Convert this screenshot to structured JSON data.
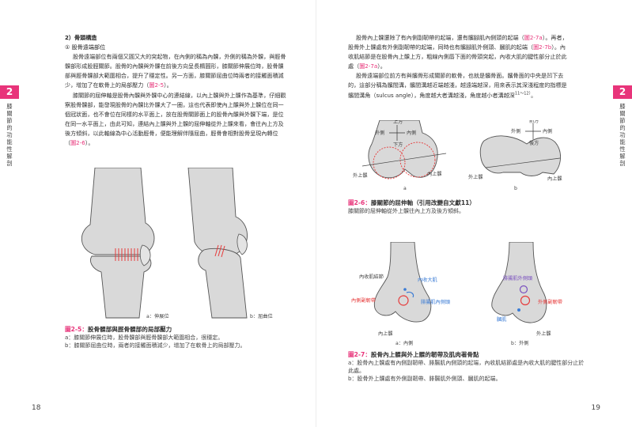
{
  "chapter": {
    "number": "2",
    "title": "膝關節的功能性解剖"
  },
  "left_page": {
    "page_number": "18",
    "heading": "2）骨頭構造",
    "subheading": "① 股骨遠端部位",
    "para1_a": "股骨遠端部位有兩個又圓又大的突起物，在內側的稱為內髁，外側的稱為外髁，與脛骨髁部形成股脛關節。股骨的內髁與外髁在前後方向呈長橢圓形，膝關節伸展位時，股骨髁部與脛骨髁部大範圍相合，提升了穩定性。另一方面，膝關節屈曲位時兩者的接觸面積減少，增加了在軟骨上的局部壓力（",
    "para1_ref": "圖2-5",
    "para1_b": "）。",
    "para2_a": "膝關節的屈伸軸是股骨內髁與外髁中心的連結線，以內上髁與外上髁作為基準，仔細觀察股骨髁部，能發現股骨的內髁比外髁大了一圈，這也代表即使內上髁與外上髁位在同一個冠狀面，也不會位在同樣的水平面上，放在股骨關節面上的股骨內髁與外髁下端，是位在同一水平面上，由此可知，連結內上髁與外上髁的屈伸軸從外上髁來看，會往內上方及後方傾斜，以此軸線為中心活動脛骨，便能理解伴隨屈曲，脛骨會相對股骨呈現內轉位（",
    "para2_ref": "圖2-6",
    "para2_b": "）。",
    "figure_5": {
      "label_a": "a：伸展位",
      "label_b": "b：屈曲位",
      "number": "圖2-5：",
      "title": "股骨髁部與脛骨髁部的局部壓力",
      "desc_a": "a：膝關節伸展位時，股骨髁部與脛骨髁部大範圍相合，很穩定。",
      "desc_b": "b：膝關節屈曲位時，兩者的接觸面積減少，增加了在軟骨上的局部壓力。"
    }
  },
  "right_page": {
    "page_number": "19",
    "para1_a": "股骨內上髁還除了有內側副韌帶的起端，還有髕腳肌內側頭的起端（",
    "para1_ref1": "圖2-7a",
    "para1_b": "）。再者，股骨外上髁處有外側副韌帶的起端，同時也有髕腳肌外側頭、膕肌的起端（",
    "para1_ref2": "圖2-7b",
    "para1_c": "）。內收肌結節是在股骨內上髁上方，粗線內側唇下面的骨頭突起，內收大肌的腱性部分止於此處（",
    "para1_ref3": "圖2-7a",
    "para1_d": "）。",
    "para2_a": "股骨遠端部位前方有與髕骨形成關節的軟骨，也就是髕骨面。髕骨面的中央是凹下去的，這部分稱為髕間溝，髕間溝越近端越淺，越遠端越深，用來表示其深淺程度的指標是髕間溝角（sulcus angle），角度越大者溝越淺，角度越小者溝越深",
    "para2_sup": "11～12）",
    "para2_b": "。",
    "figure_6": {
      "dir_up_a": "上方",
      "dir_down_a": "下方",
      "dir_lat_a": "外側",
      "dir_med_a": "內側",
      "lat_ep_a": "外上髁",
      "med_ep_a": "內上髁",
      "sub_a": "a",
      "dir_front_b": "前方",
      "dir_back_b": "後方",
      "dir_lat_b": "外側",
      "dir_med_b": "內側",
      "lat_ep_b": "外上髁",
      "med_ep_b": "內上髁",
      "sub_b": "b",
      "number": "圖2-6：",
      "title": "膝關節的屈伸軸（引用改變自文獻11）",
      "desc": "膝關節的屈伸軸從外上髁往內上方及後方傾斜。"
    },
    "figure_7": {
      "add_tubercle": "內收肌結節",
      "add_magnus": "內收大肌",
      "mcl": "內側副韌帶",
      "gastroc_med": "腓腸肌內側頭",
      "med_ep": "內上髁",
      "view_a": "a：內側",
      "gastroc_lat": "腓腸肌外側頭",
      "lcl": "外側副韌帶",
      "popliteus": "膕肌",
      "lat_ep": "外上髁",
      "view_b": "b：外側",
      "number": "圖2-7：",
      "title": "股骨內上髁與外上髁的韌帶及肌肉著骨點",
      "desc_a": "a：股骨內上髁處有內側副韌帶、腓腸肌內側頭的起端，內收肌結節處是內收大肌的腱性部分止於此處。",
      "desc_b": "b：股骨外上髁處有外側副韌帶、腓腸肌外側頭、膕肌的起端。"
    }
  },
  "colors": {
    "accent": "#e8347a",
    "bone": "#d9d9d9",
    "red": "#e63a3a",
    "blue": "#3a7bd5",
    "purple": "#7a4fbf"
  }
}
